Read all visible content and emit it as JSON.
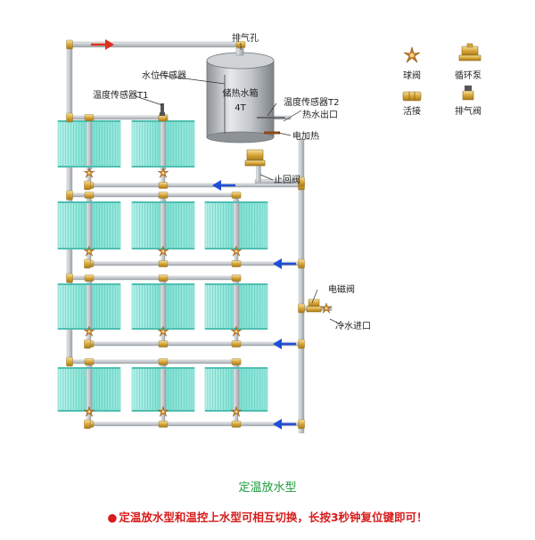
{
  "labels": {
    "exhaust_hole": "排气孔",
    "level_sensor": "水位传感器",
    "temp_sensor_t1": "温度传感器T1",
    "tank_name": "储热水箱",
    "tank_capacity": "4T",
    "temp_sensor_t2": "温度传感器T2",
    "hot_water_outlet": "热水出口",
    "electric_heating": "电加热",
    "check_valve": "止回阀",
    "solenoid_valve": "电磁阀",
    "cold_water_inlet": "冷水进口"
  },
  "legend": {
    "ball_valve": "球阀",
    "circulation_pump": "循环泵",
    "union": "活接",
    "exhaust_valve": "排气阀"
  },
  "caption": "定温放水型",
  "footnote": "定温放水型和温控上水型可相互切换，长按3秒钟复位键即可！",
  "footnote_bullet": "●",
  "colors": {
    "pipe": "#c9ccd0",
    "collector": "#7fe0d2",
    "arrow_hot": "#e0301e",
    "arrow_cold": "#1f4fd6",
    "fitting": "#d9a637",
    "valve": "#c77a1e",
    "caption": "#1a9a3c",
    "footnote": "#d81b1b"
  },
  "icons": [
    "ball-valve-icon",
    "circulation-pump-icon",
    "union-icon",
    "exhaust-valve-icon"
  ]
}
